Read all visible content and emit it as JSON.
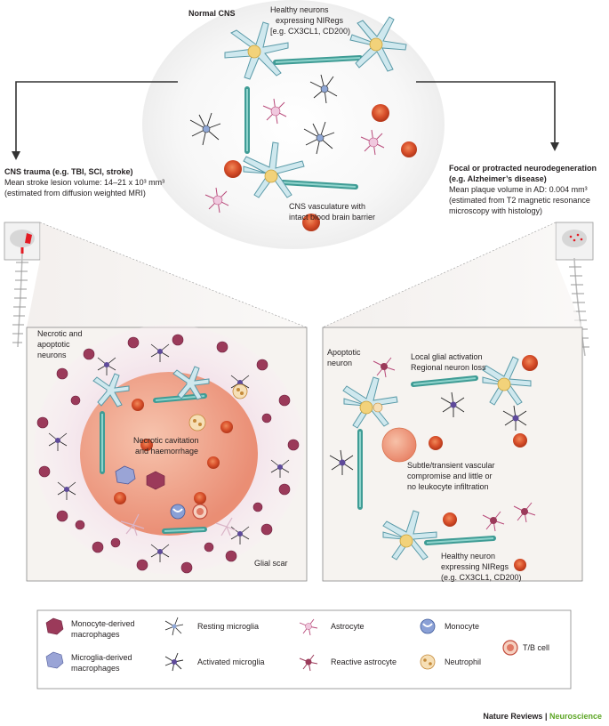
{
  "top": {
    "title": "Normal CNS",
    "neurons_label_line1": "Healthy neurons",
    "neurons_label_line2": "expressing NIRegs",
    "neurons_label_line3": "[e.g. CX3CL1, CD200)",
    "vasculature_line1": "CNS vasculature with",
    "vasculature_line2": "intact blood brain barrier"
  },
  "left": {
    "title": "CNS trauma (e.g. TBI, SCI, stroke)",
    "line2": "Mean stroke lesion volume: 14–21 x 10³ mm³",
    "line3": "(estimated from diffusion weighted MRI)",
    "necrotic_line1": "Necrotic and",
    "necrotic_line2": "apoptotic",
    "necrotic_line3": "neurons",
    "cavitation_line1": "Necrotic cavitation",
    "cavitation_line2": "and haemorrhage",
    "glial_scar": "Glial scar"
  },
  "right": {
    "title_line1": "Focal or protracted neurodegeneration",
    "title_line2": "(e.g. Alzheimer’s disease)",
    "line3": "Mean plaque volume in AD: 0.004 mm³",
    "line4": "(estimated from T2 magnetic resonance",
    "line5": "microscopy with histology)",
    "apoptotic_line1": "Apoptotic",
    "apoptotic_line2": "neuron",
    "local_line1": "Local glial activation",
    "local_line2": "Regional neuron loss",
    "subtle_line1": "Subtle/transient vascular",
    "subtle_line2": "compromise and little or",
    "subtle_line3": "no leukocyte infiltration",
    "healthy_line1": "Healthy neuron",
    "healthy_line2": "expressing NIRegs",
    "healthy_line3": "(e.g. CX3CL1, CD200)"
  },
  "legend": {
    "mono_macro_line1": "Monocyte-derived",
    "mono_macro_line2": "macrophages",
    "micro_macro_line1": "Microglia-derived",
    "micro_macro_line2": "macrophages",
    "resting_microglia": "Resting microglia",
    "activated_microglia": "Activated microglia",
    "astrocyte": "Astrocyte",
    "reactive_astrocyte": "Reactive astrocyte",
    "monocyte": "Monocyte",
    "neutrophil": "Neutrophil",
    "tb_cell": "T/B cell"
  },
  "footer": {
    "journal": "Nature Reviews",
    "separator": " | ",
    "section": "Neuroscience"
  },
  "colors": {
    "neuron": "#cfe8ee",
    "neuron_stroke": "#5a9aa8",
    "vessel": "#5db7b0",
    "lesion": "#e98e6e",
    "macrophage": "#9b3a5a",
    "rbc": "#d9512c",
    "accent": "#5ca524"
  }
}
